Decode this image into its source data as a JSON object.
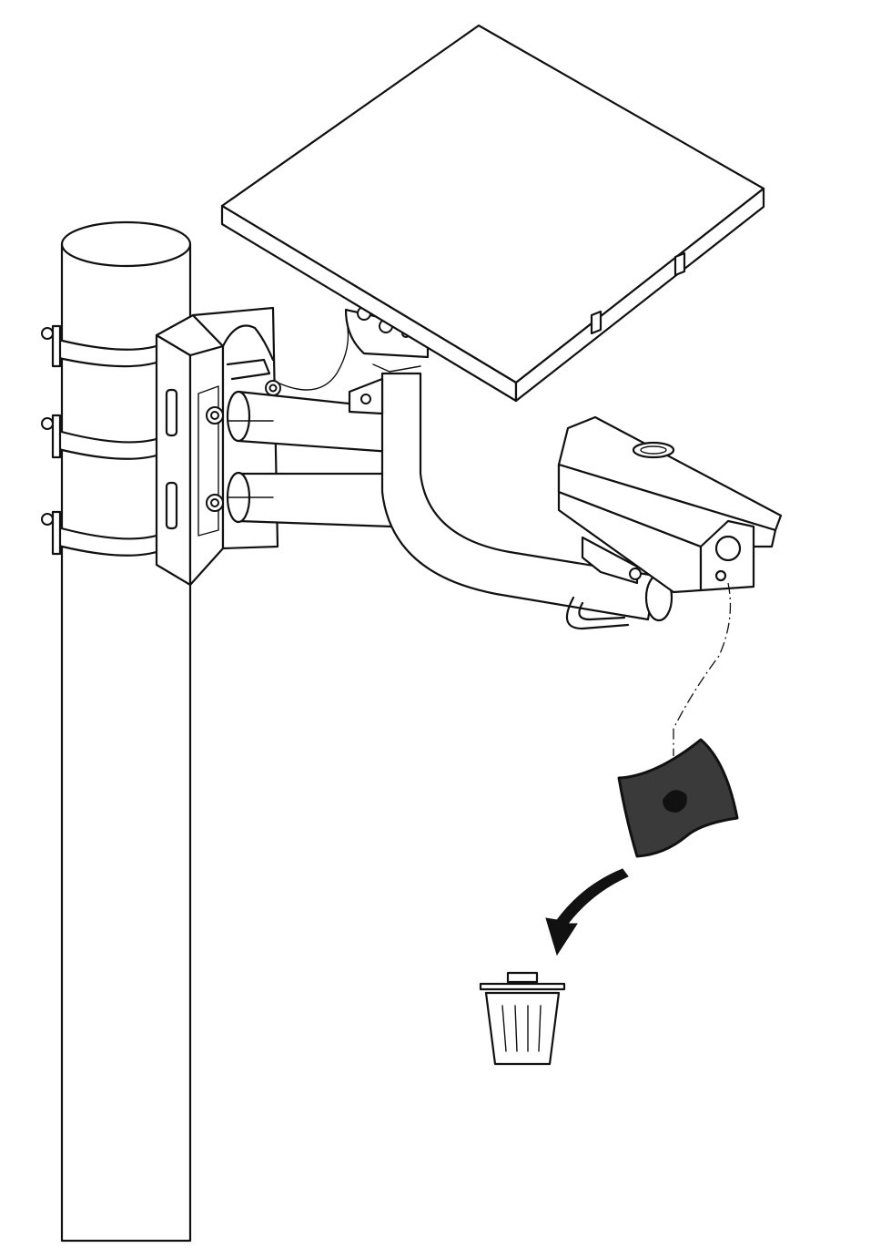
{
  "figure": {
    "pole": "pole",
    "pole_bracket": "pole-clamp-bracket",
    "solar_panel": "solar-panel",
    "mount_arm": "mounting-arm",
    "camera": "camera-housing",
    "protective_film": "protective-film",
    "removal_arrow": "curved-arrow-icon",
    "trash": "trash-bin-icon"
  },
  "colors": {
    "line": "#111111",
    "film_fill": "#3a3a3a",
    "background": "#ffffff"
  }
}
